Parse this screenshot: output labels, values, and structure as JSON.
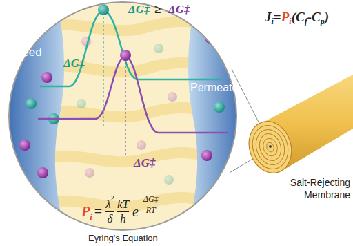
{
  "diagram": {
    "nodes": [
      {
        "text": [
          "Feed"
        ]
      },
      {
        "text": [
          "Permeate"
        ]
      },
      {
        "text": [
          "Salt-Rejecting Membrane"
        ]
      }
    ],
    "labels": [
      "ΔG‡",
      "≥",
      "ΔG‡",
      "ΔG‡",
      "ΔG‡",
      "J",
      "i",
      "=",
      "P",
      "i",
      "(C",
      "f",
      "-C",
      "p",
      ")",
      "P",
      "i",
      "=",
      "λ",
      "2",
      "δ",
      "kT",
      "h",
      "e",
      "-",
      "ΔG‡",
      "RT",
      "Eyring's Equation"
    ]
  }
}
